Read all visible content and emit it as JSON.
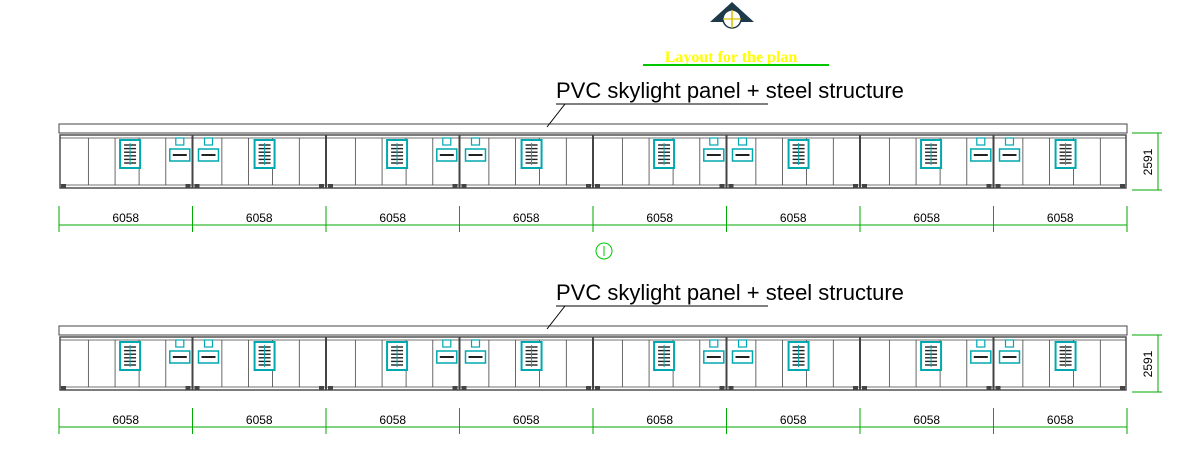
{
  "plan_title": "Layout for the plan",
  "colors": {
    "title": "#ffff00",
    "title_underline": "#00c800",
    "dimension": "#00aa00",
    "annotation_line": "#000000",
    "structure": "#444444",
    "window": "#00a8b0",
    "compass": "#1e3a4a"
  },
  "icons": {
    "north_marker": "north-arrow-icon",
    "section_marker": "circle-marker-icon"
  },
  "rows": [
    {
      "annotation": "PVC skylight panel + steel structure",
      "height_dimension": "2591",
      "spans": [
        "6058",
        "6058",
        "6058",
        "6058",
        "6058",
        "6058",
        "6058",
        "6058"
      ]
    },
    {
      "annotation": "PVC skylight panel + steel structure",
      "height_dimension": "2591",
      "spans": [
        "6058",
        "6058",
        "6058",
        "6058",
        "6058",
        "6058",
        "6058",
        "6058"
      ]
    }
  ],
  "markers": {
    "section_label": ""
  }
}
